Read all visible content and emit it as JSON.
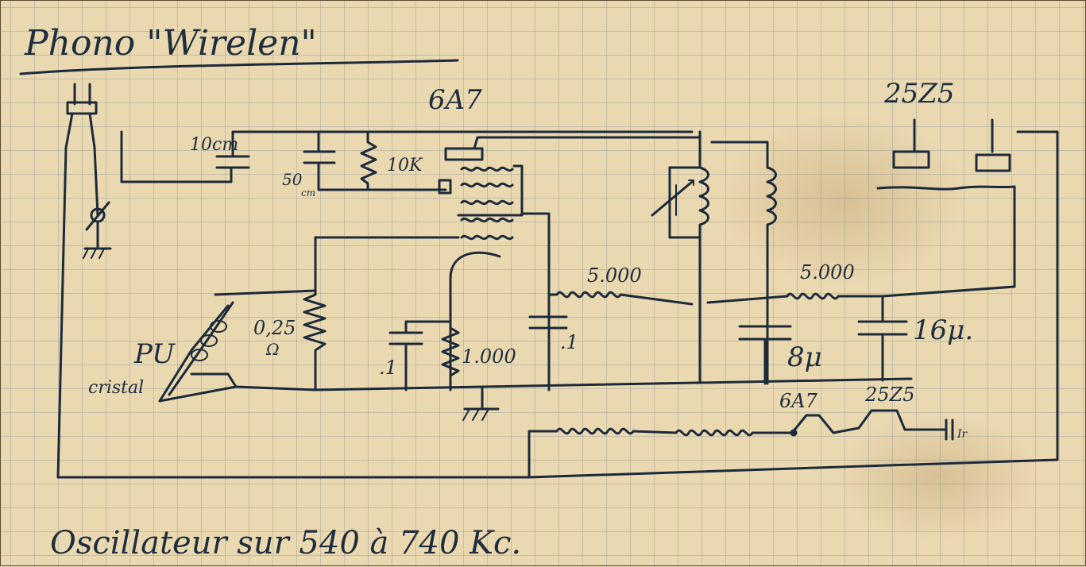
{
  "title": "Phono \"Wirelen\"",
  "tubes": {
    "left": "6A7",
    "right": "25Z5"
  },
  "components": {
    "cap_10": "10cm",
    "cap_50": "50",
    "cap_50_sub": "cm",
    "res_10k": "10K",
    "res_5000_a": "5.000",
    "res_5000_b": "5.000",
    "res_025": "0,25",
    "ohm": "Ω",
    "res_1000": "1.000",
    "cap_01_a": ".1",
    "cap_01_b": ".1",
    "cap_8": "8μ",
    "cap_16": "16μ.",
    "pickup": "PU",
    "pickup_sub": "cristal",
    "fil_6a7": "6A7",
    "fil_25z5": "25Z5",
    "fil_ir": "Ir"
  },
  "footer": "Oscillateur sur 540 à 740 Kc."
}
